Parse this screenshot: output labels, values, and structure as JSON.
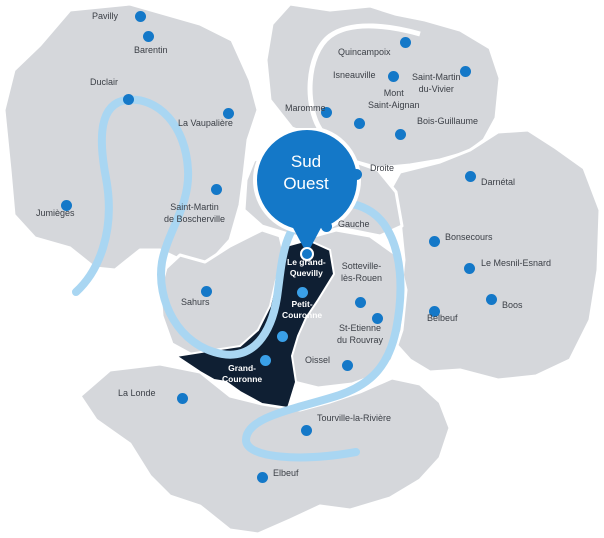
{
  "map": {
    "highlight_label": "Sud\nOuest",
    "colors": {
      "land": "#d5d7db",
      "river": "#a9d6f2",
      "highlight_zone": "#0f1f33",
      "pin": "#1478c8",
      "dot": "#1478c8"
    },
    "cities": [
      {
        "name": "Pavilly"
      },
      {
        "name": "Barentin"
      },
      {
        "name": "Duclair"
      },
      {
        "name": "La Vaupalière"
      },
      {
        "name": "Jumièges"
      },
      {
        "name": "Saint-Martin\nde Boscherville"
      },
      {
        "name": "Sahurs"
      },
      {
        "name": "Quincampoix"
      },
      {
        "name": "Isneauville"
      },
      {
        "name": "Saint-Martin\ndu-Vivier"
      },
      {
        "name": "Mont\nSaint-Aignan"
      },
      {
        "name": "Maromme"
      },
      {
        "name": "Bois-Guillaume"
      },
      {
        "name": "Droite"
      },
      {
        "name": "Darnétal"
      },
      {
        "name": "Gauche"
      },
      {
        "name": "Bonsecours"
      },
      {
        "name": "Le Mesnil-Esnard"
      },
      {
        "name": "Boos"
      },
      {
        "name": "Belbeuf"
      },
      {
        "name": "Sotteville-\nlès-Rouen"
      },
      {
        "name": "St-Etienne\ndu Rouvray"
      },
      {
        "name": "Oissel"
      },
      {
        "name": "Le grand-\nQuevilly"
      },
      {
        "name": "Petit-\nCouronne"
      },
      {
        "name": "Grand-\nCouronne"
      },
      {
        "name": "La Londe"
      },
      {
        "name": "Tourville-la-Rivière"
      },
      {
        "name": "Elbeuf"
      }
    ]
  }
}
